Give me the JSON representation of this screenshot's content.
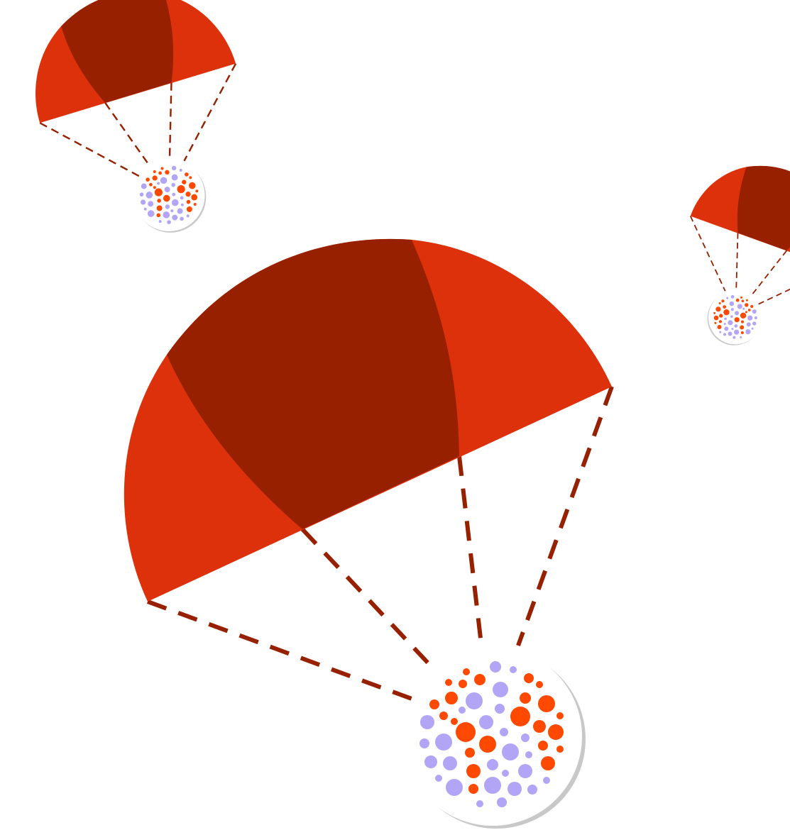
{
  "illustration": {
    "subject": "parachutes-dropping-dotted-packages",
    "colors": {
      "canopy_light": "#DC310A",
      "canopy_dark": "#962000",
      "rope": "#962000",
      "package_fill": "#ffffff",
      "package_shadow": "#c8c8c8",
      "dot_orange": "#FF4800",
      "dot_lavender": "#B3A5F5"
    },
    "parachutes": [
      {
        "name": "large-parachute"
      },
      {
        "name": "small-parachute-top-left"
      },
      {
        "name": "small-parachute-right"
      }
    ]
  }
}
